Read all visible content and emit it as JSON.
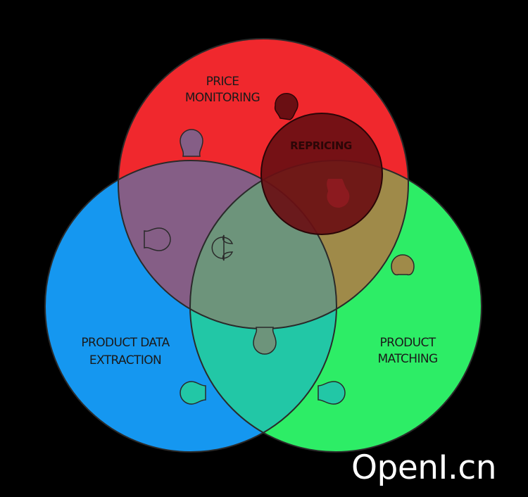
{
  "diagram": {
    "sets": [
      {
        "id": "price-monitoring",
        "label_lines": [
          "PRICE",
          "MONITORING"
        ],
        "color": "#f0282d"
      },
      {
        "id": "product-data-extraction",
        "label_lines": [
          "PRODUCT DATA",
          "EXTRACTION"
        ],
        "color": "#1597f0"
      },
      {
        "id": "product-matching",
        "label_lines": [
          "PRODUCT",
          "MATCHING"
        ],
        "color": "#2ded66"
      }
    ],
    "overlay": {
      "id": "repricing",
      "label": "REPRICING",
      "color": "#6a0f13"
    },
    "overlap_colors": {
      "red_blue": "#855e86",
      "red_green": "#9f8a49",
      "blue_green": "#22c7a6",
      "center": "#6d947b"
    }
  },
  "watermark": {
    "text": "OpenI.cn"
  }
}
